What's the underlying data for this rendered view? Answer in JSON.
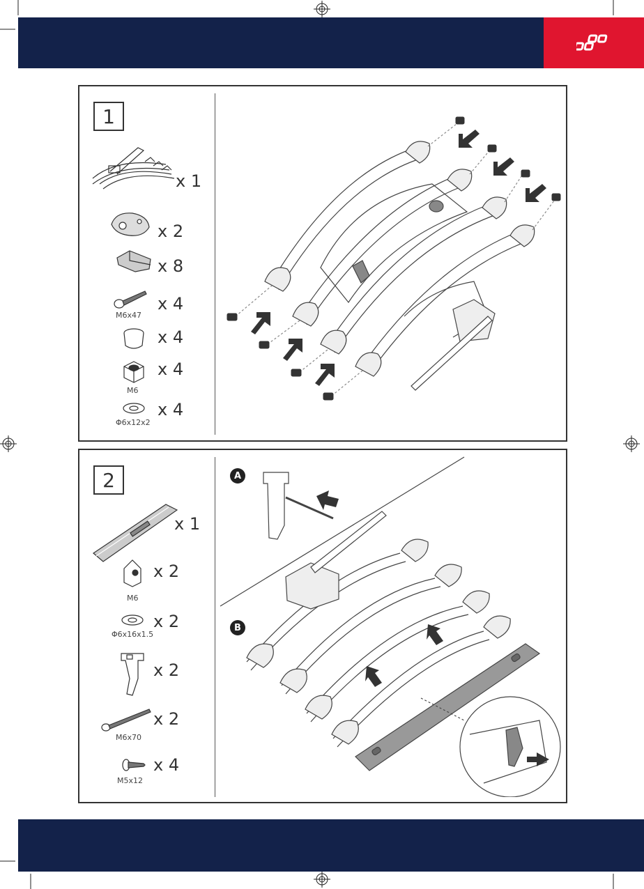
{
  "brand": {
    "logo_color": "#e0152f",
    "band_color": "#13224a"
  },
  "steps": [
    {
      "number": "1",
      "parts": [
        {
          "icon": "rack-assembly-icon",
          "qty": "x 1",
          "label": ""
        },
        {
          "icon": "wheel-holder-icon",
          "qty": "x 2",
          "label": ""
        },
        {
          "icon": "end-cap-icon",
          "qty": "x 8",
          "label": ""
        },
        {
          "icon": "bolt-icon",
          "qty": "x 4",
          "label": "M6x47"
        },
        {
          "icon": "cap-icon",
          "qty": "x 4",
          "label": ""
        },
        {
          "icon": "nut-icon",
          "qty": "x 4",
          "label": "M6"
        },
        {
          "icon": "washer-icon",
          "qty": "x 4",
          "label": "Φ6x12x2"
        }
      ]
    },
    {
      "number": "2",
      "detail_labels": [
        "A",
        "B"
      ],
      "parts": [
        {
          "icon": "light-bar-icon",
          "qty": "x 1",
          "label": ""
        },
        {
          "icon": "lock-nut-icon",
          "qty": "x 2",
          "label": "M6"
        },
        {
          "icon": "washer-icon",
          "qty": "x 2",
          "label": "Φ6x16x1.5"
        },
        {
          "icon": "bracket-icon",
          "qty": "x 2",
          "label": ""
        },
        {
          "icon": "long-bolt-icon",
          "qty": "x 2",
          "label": "M6x70"
        },
        {
          "icon": "screw-icon",
          "qty": "x 4",
          "label": "M5x12"
        }
      ]
    }
  ]
}
